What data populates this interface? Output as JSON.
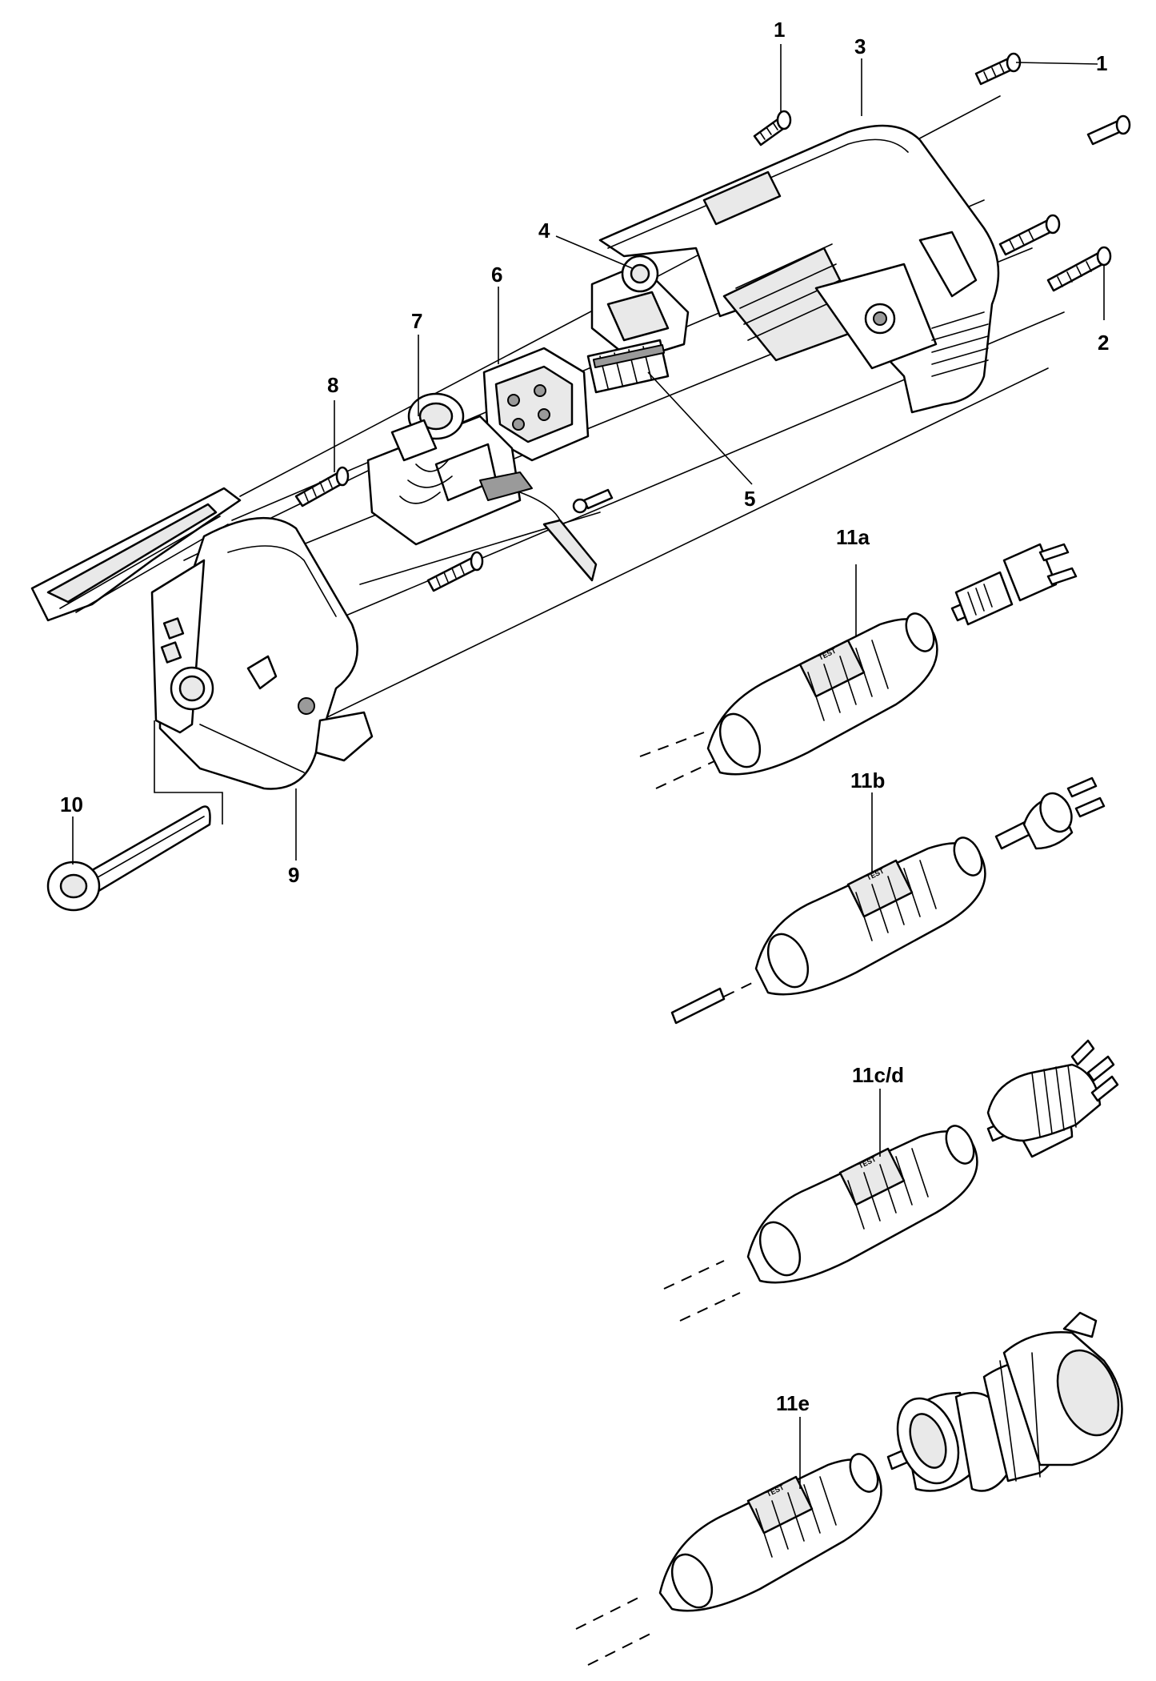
{
  "callouts": {
    "screw_top_small": "1",
    "screw_top_right": "1",
    "upper_housing": "3",
    "screw_long": "2",
    "bracket": "4",
    "terminal_strip": "5",
    "switch_block": "6",
    "capacitor_switch": "7",
    "screw_left": "8",
    "lower_housing": "9",
    "cable_sleeve": "10"
  },
  "plugs": [
    {
      "id": "11a",
      "label": "11a",
      "pcb_text": "TEST"
    },
    {
      "id": "11b",
      "label": "11b",
      "pcb_text": "TEST"
    },
    {
      "id": "11cd",
      "label": "11c/d",
      "pcb_text": "TEST"
    },
    {
      "id": "11e",
      "label": "11e",
      "pcb_text": "TEST"
    }
  ]
}
